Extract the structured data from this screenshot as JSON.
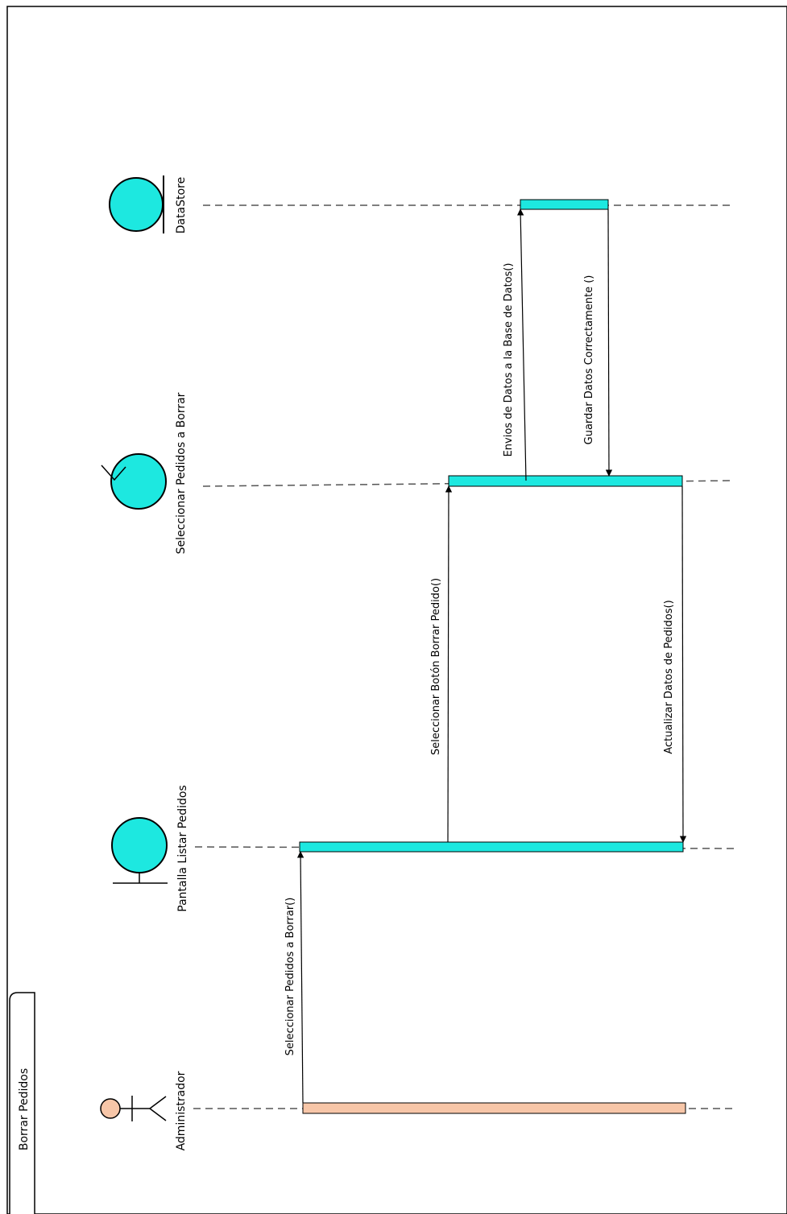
{
  "diagram": {
    "frame_title": "Borrar Pedidos",
    "participants": {
      "actor": "Administrador",
      "boundary": "Pantalla Listar Pedidos",
      "control": "Seleccionar Pedidos a Borrar",
      "entity": "DataStore"
    },
    "messages": {
      "m1": "Seleccionar Pedidos a Borrar()",
      "m2": "Seleccionar Botón Borrar Pedido()",
      "m3": "Envios de Datos a la Base de Datos()",
      "m4": "Guardar Datos Correctamente ()",
      "m5": "Actualizar Datos de Pedidos()"
    },
    "colors": {
      "object_fill": "#1de8e0",
      "actor_fill": "#f7c6a8",
      "line": "#000000",
      "lifeline": "#555555"
    }
  }
}
